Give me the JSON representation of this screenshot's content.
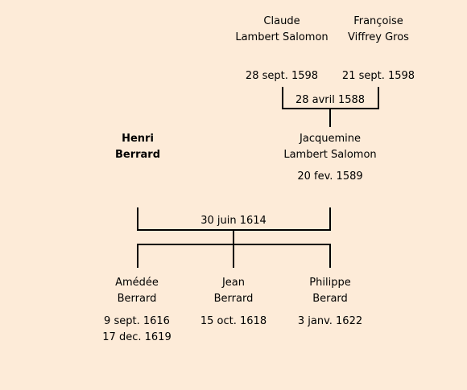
{
  "persons": {
    "claude": {
      "first": "Claude",
      "last": "Lambert Salomon",
      "date1": "28 sept. 1598"
    },
    "francoise": {
      "first": "Françoise",
      "last": "Viffrey Gros",
      "date1": "21 sept. 1598"
    },
    "henri": {
      "first": "Henri",
      "last": "Berrard"
    },
    "jacquemine": {
      "first": "Jacquemine",
      "last": "Lambert Salomon",
      "date1": "20 fev. 1589"
    },
    "amedee": {
      "first": "Amédée",
      "last": "Berrard",
      "date1": "9 sept. 1616",
      "date2": "17 dec. 1619"
    },
    "jean": {
      "first": "Jean",
      "last": "Berrard",
      "date1": "15 oct. 1618"
    },
    "philippe": {
      "first": "Philippe",
      "last": "Berard",
      "date1": "3 janv. 1622"
    }
  },
  "marriages": {
    "parents": "28 avril 1588",
    "couple": "30 juin 1614"
  },
  "colors": {
    "background": "#fdebd8",
    "lines": "#000000"
  }
}
